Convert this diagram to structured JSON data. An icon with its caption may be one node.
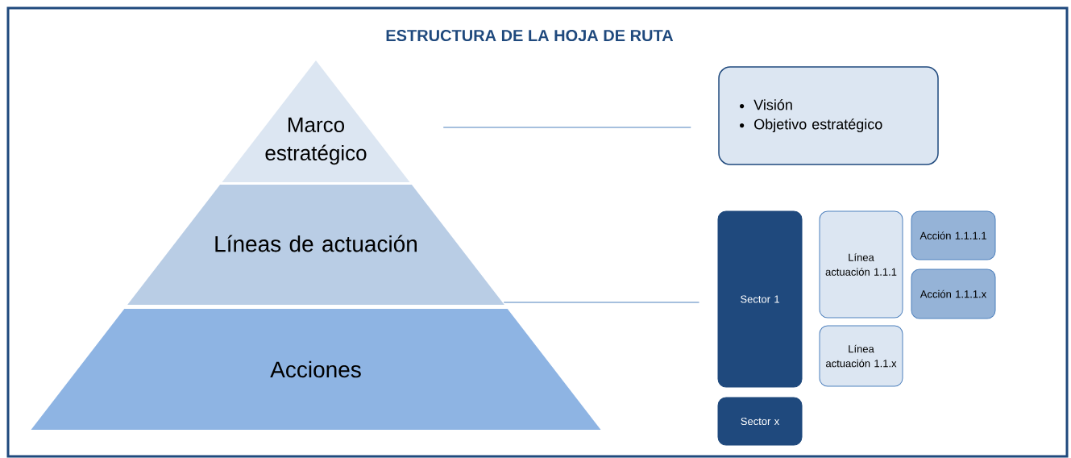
{
  "diagram": {
    "title": "ESTRUCTURA DE LA HOJA DE RUTA",
    "nodes": [
      {
        "text": [
          "Marco estratégico"
        ]
      },
      {
        "text": [
          "Líneas de actuación"
        ]
      },
      {
        "text": [
          "Acciones"
        ]
      },
      {
        "text": [
          "Visión",
          "Objetivo estratégico"
        ]
      },
      {
        "text": [
          "Sector 1"
        ]
      },
      {
        "text": [
          "Línea actuación 1.1.1"
        ]
      },
      {
        "text": [
          "Acción 1.1.1.1"
        ]
      },
      {
        "text": [
          "Acción 1.1.1.x"
        ]
      },
      {
        "text": [
          "Línea actuación 1.1.x"
        ]
      },
      {
        "text": [
          "Sector x"
        ]
      }
    ],
    "edges": [
      {
        "from": 0,
        "to": 3,
        "arrow": "none"
      },
      {
        "from": 1,
        "to": 4,
        "arrow": "none"
      }
    ]
  }
}
